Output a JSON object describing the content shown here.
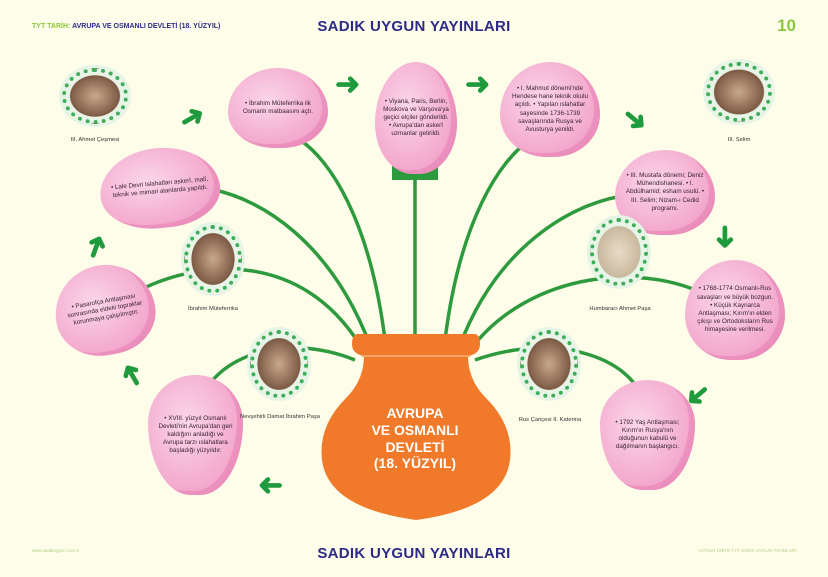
{
  "header": {
    "subject": "TYT TARİH:",
    "topic": "AVRUPA VE OSMANLI DEVLETİ (18. YÜZYIL)",
    "brand": "SADIK UYGUN YAYINLARI",
    "page_number": "10"
  },
  "center": {
    "title_lines": [
      "AVRUPA",
      "VE OSMANLI",
      "DEVLETİ",
      "(18. YÜZYIL)"
    ]
  },
  "tulips": [
    "• Pasarofça Antlaşması sonrasında eldeki topraklar korunmaya çalışılmıştır.",
    "• Lale Devri Islahatları askerî, malî, teknik ve mimari alanlarda yapıldı.",
    "• İbrahim Müteferrika ilk Osmanlı matbaasını açtı.",
    "• Viyana, Paris, Berlin, Moskova ve Varşova'ya geçici elçiler gönderildi. • Avrupa'dan askerî uzmanlar getirildi.",
    "• I. Mahmut dönemi'nde Hendese hane teknik okulu açıldı. • Yapılan ıslahatlar sayesinde 1736-1739 savaşlarında Rusya ve Avusturya yenildi.",
    "• III. Mustafa dönemi; Deniz Mühendishanesi. • I. Abdülhamid; esham usulü. • III. Selim; Nizam-ı Cedid programı.",
    "• 1768-1774 Osmanlı-Rus savaşları ve büyük bozgun. • Küçük Kaynarca Antlaşması; Kırım'ın elden çıkışı ve Ortodoksların Rus himayesine verilmesi.",
    "• 1792 Yaş Antlaşması; Kırım'ın Rusya'nın olduğunun kabulü ve dağılmanın başlangıcı.",
    "• XVIII. yüzyıl Osmanlı Devleti'nin Avrupa'dan geri kaldığını anladığı ve Avrupa tarzı ıslahatlara başladığı yüzyıldır."
  ],
  "portraits": [
    "III. Ahmet Çeşmesi",
    "III. Selim",
    "İbrahim Müteferrika",
    "Humbaracı Ahmet Paşa",
    "Nevşehirli Damat İbrahim Paşa",
    "Rus Çariçesi II. Katerina"
  ],
  "footer": {
    "website": "www.sadikuygun.com.tr",
    "brand": "SADIK UYGUN YAYINLARI",
    "right": "UYGUN ÜNİTE TYT SADIK UYGUN YAYINLARI"
  },
  "colors": {
    "brand": "#2d2a86",
    "accent": "#8dc63f",
    "vase": "#f07a2a",
    "stem": "#2e9a3e",
    "petal": "#f3a9cd"
  }
}
